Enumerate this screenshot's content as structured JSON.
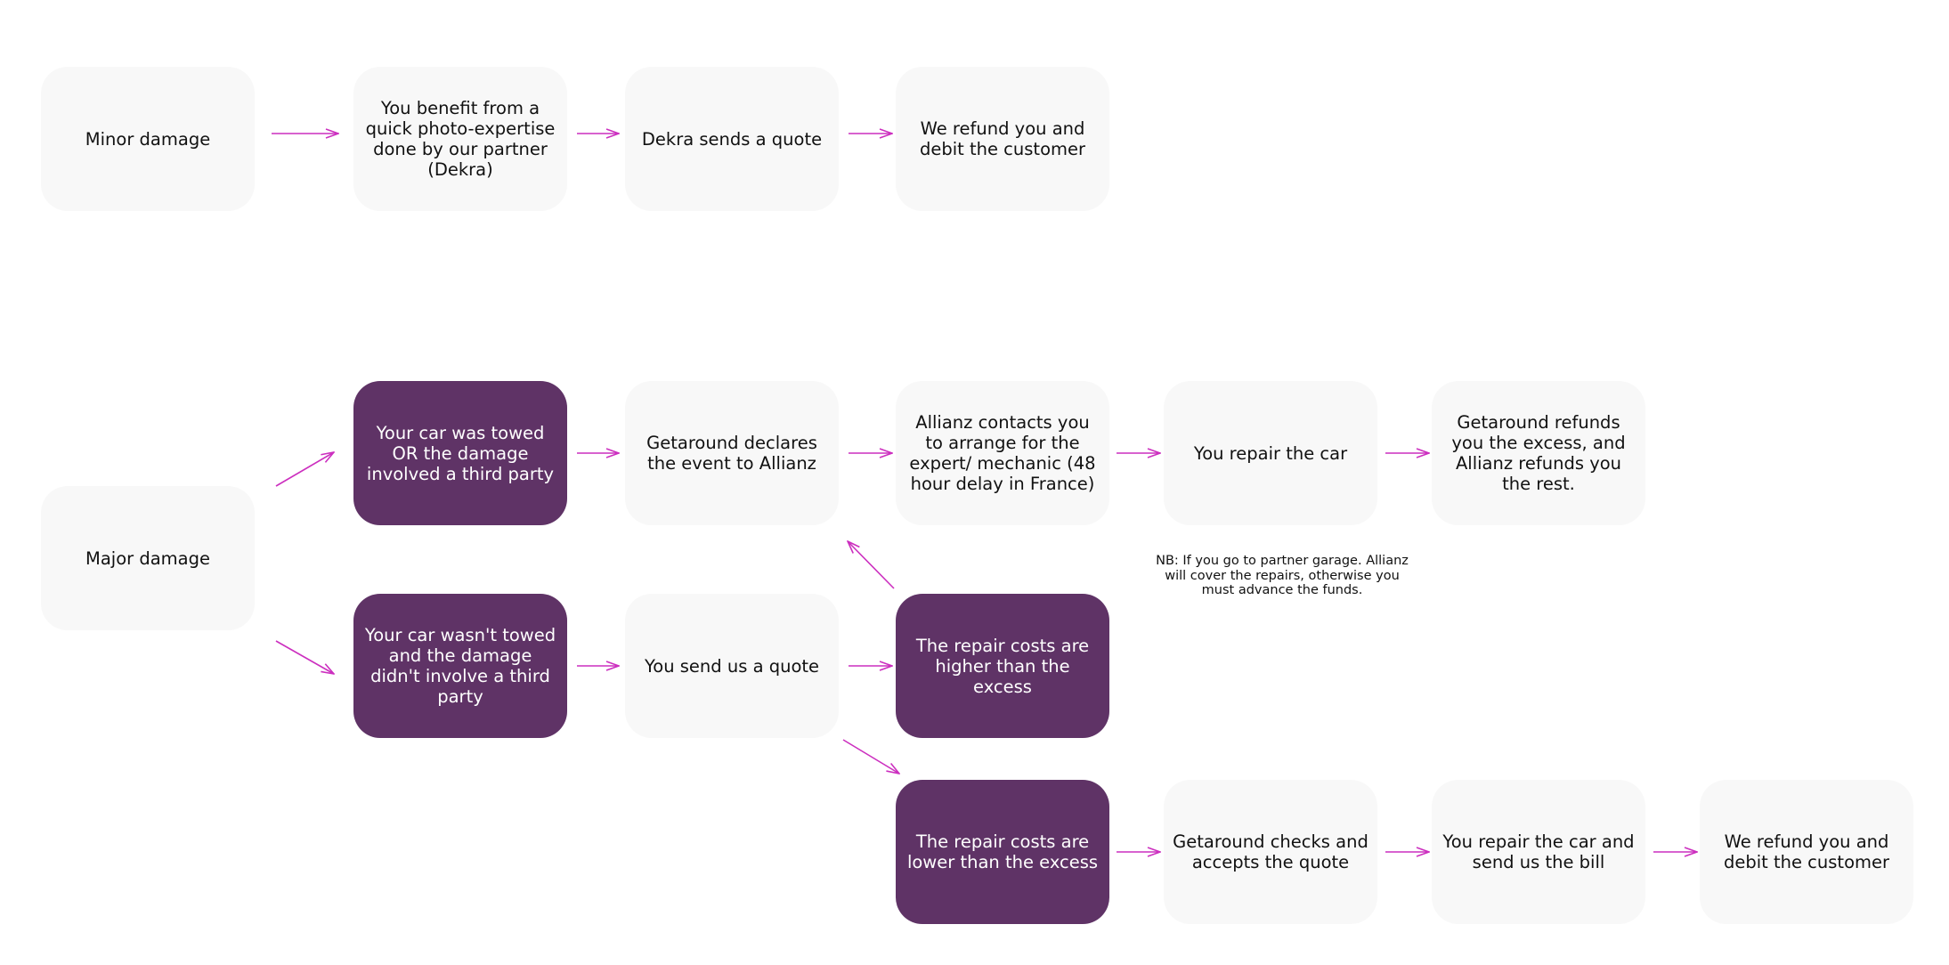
{
  "colors": {
    "arrow": "#cc2fbf",
    "dark_box": "#5f3366",
    "light_box": "#f8f8f8"
  },
  "nodes": {
    "minor_damage": "Minor damage",
    "photo_expertise": "You benefit from a quick photo-expertise done by our partner (Dekra)",
    "dekra_quote": "Dekra sends a quote",
    "refund_minor": "We refund you and debit the customer",
    "major_damage": "Major damage",
    "towed_third_party": "Your car was towed OR the damage involved a third party",
    "not_towed": "Your car wasn't towed and the damage didn't involve a third party",
    "declares_allianz": "Getaround declares the event to Allianz",
    "send_quote": "You send us a quote",
    "allianz_contacts": "Allianz contacts you to arrange for the expert/ mechanic (48 hour delay in France)",
    "costs_higher": "The repair costs are higher than the excess",
    "costs_lower": "The repair costs are lower than the excess",
    "repair_car": "You repair the car",
    "refund_excess": "Getaround refunds you the excess, and Allianz refunds you the rest.",
    "checks_quote": "Getaround checks and accepts the quote",
    "repair_bill": "You repair the car and send us the bill",
    "refund_lower": "We refund you and debit the customer"
  },
  "note": "NB: If you go to partner garage. Allianz will cover the repairs, otherwise you must advance the funds."
}
